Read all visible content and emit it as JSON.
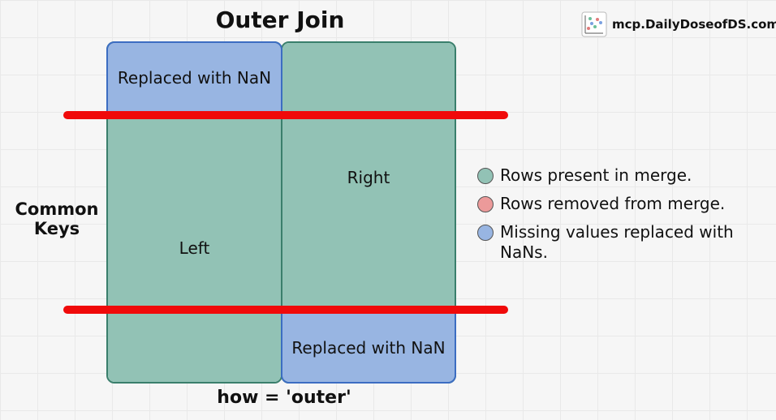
{
  "title": "Outer Join",
  "brand": {
    "text": "mcp.DailyDoseofDS.com",
    "icon": "scatter-plot-logo-icon"
  },
  "left_table": {
    "top_label": "Replaced with NaN",
    "body_label": "Left"
  },
  "right_table": {
    "body_label": "Right",
    "bottom_label": "Replaced with NaN"
  },
  "side_label": "Common Keys",
  "caption": "how = 'outer'",
  "legend": [
    {
      "label": "Rows present in merge.",
      "color": "#92c2b5"
    },
    {
      "label": "Rows removed from merge.",
      "color": "#ec9a9a"
    },
    {
      "label": "Missing values replaced with NaNs.",
      "color": "#98b5e2"
    }
  ],
  "colors": {
    "present": "#92c2b5",
    "nan": "#98b5e2",
    "boundary": "#f00a0a"
  }
}
